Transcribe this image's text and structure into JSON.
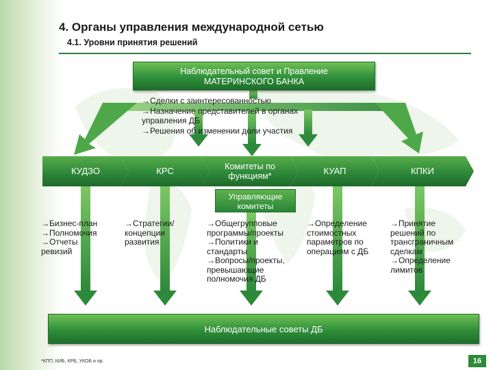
{
  "header": {
    "title": "4. Органы управления международной сетью",
    "subtitle": "4.1. Уровни принятия решений"
  },
  "top_box": {
    "line1": "Наблюдательный совет и Правление",
    "line2": "МАТЕРИНСКОГО БАНКА"
  },
  "decisions": [
    "→Сделки с заинтересованностью",
    "→Назначение представителей в органах",
    "управления ДБ",
    "→Решения об изменении доли участия"
  ],
  "committees": [
    {
      "label": "КУДЗО",
      "items": [
        "→Бизнес-план",
        "→Полномочия",
        "→Отчеты",
        "ревизий"
      ]
    },
    {
      "label": "КРС",
      "items": [
        "→Стратегии/",
        "концепции",
        "развития"
      ]
    },
    {
      "label": "Комитеты по\nфункциям*",
      "items": [
        "→Общегрупповые",
        "программы/проекты",
        "→Политики и",
        "стандарты",
        "→Вопросы/проекты,",
        "превышающие",
        "полномочия ДБ"
      ]
    },
    {
      "label": "КУАП",
      "items": [
        "→Определение",
        "стоимостных",
        "параметров по",
        "операциям с ДБ"
      ]
    },
    {
      "label": "КПКИ",
      "items": [
        "→Принятие",
        "решений по",
        "трансграничным",
        "сделкам",
        "→Определение",
        "лимитов"
      ]
    }
  ],
  "managing_committees": {
    "line1": "Управляющие",
    "line2": "комитеты"
  },
  "bottom_box": "Наблюдательные советы ДБ",
  "footnote": "*КПП, КИБ, КРБ, УКОБ и пр.",
  "page_number": "16",
  "colors": {
    "accent": "#2d8a3a",
    "dark_green": "#1f6e2c",
    "light_green": "#6fbf55"
  }
}
